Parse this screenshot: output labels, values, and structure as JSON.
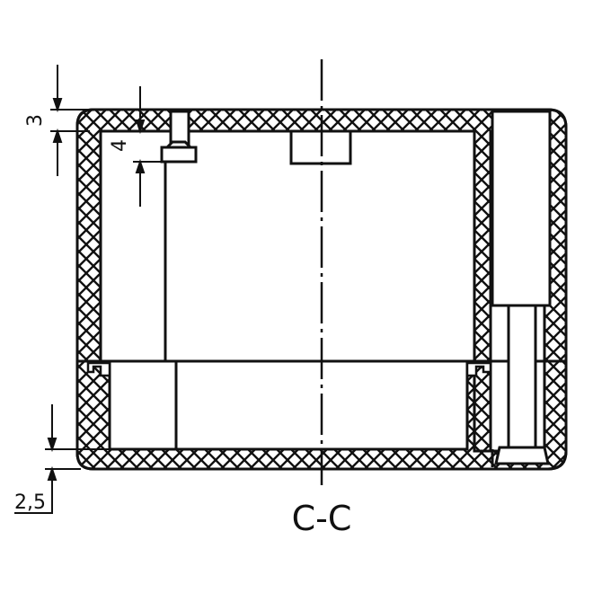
{
  "drawing": {
    "section_label": "C-C",
    "dimensions": {
      "top_wall": "3",
      "lid_step": "4",
      "bottom_wall": "2,5"
    },
    "colors": {
      "line": "#111111",
      "background": "#ffffff"
    }
  }
}
